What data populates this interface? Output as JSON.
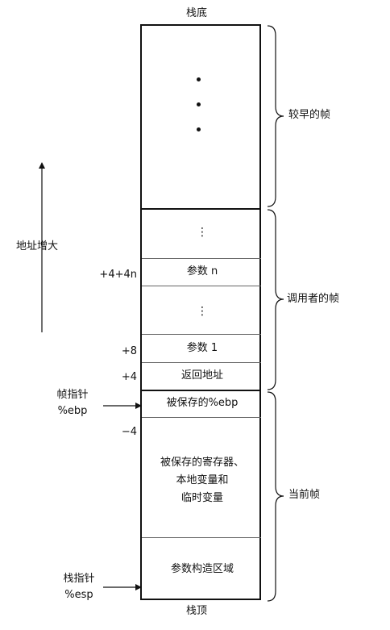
{
  "labels": {
    "stack_bottom": "栈底",
    "stack_top": "栈顶",
    "address_grows": "地址增大",
    "frame_pointer": "帧指针",
    "frame_pointer_reg": "%ebp",
    "stack_pointer": "栈指针",
    "stack_pointer_reg": "%esp"
  },
  "braces": {
    "earlier_frames": "较早的帧",
    "caller_frame": "调用者的帧",
    "current_frame": "当前帧"
  },
  "offsets": {
    "arg_n": "+4+4n",
    "arg_1": "+8",
    "return_addr": "+4",
    "saved_regs": "−4"
  },
  "cells": {
    "arg_n": "参数 n",
    "arg_1": "参数 1",
    "return_address": "返回地址",
    "saved_ebp": "被保存的%ebp",
    "saved_regs_line1": "被保存的寄存器、",
    "saved_regs_line2": "本地变量和",
    "saved_regs_line3": "临时变量",
    "arg_build_area": "参数构造区域"
  },
  "vertical_ellipsis": "⋮"
}
